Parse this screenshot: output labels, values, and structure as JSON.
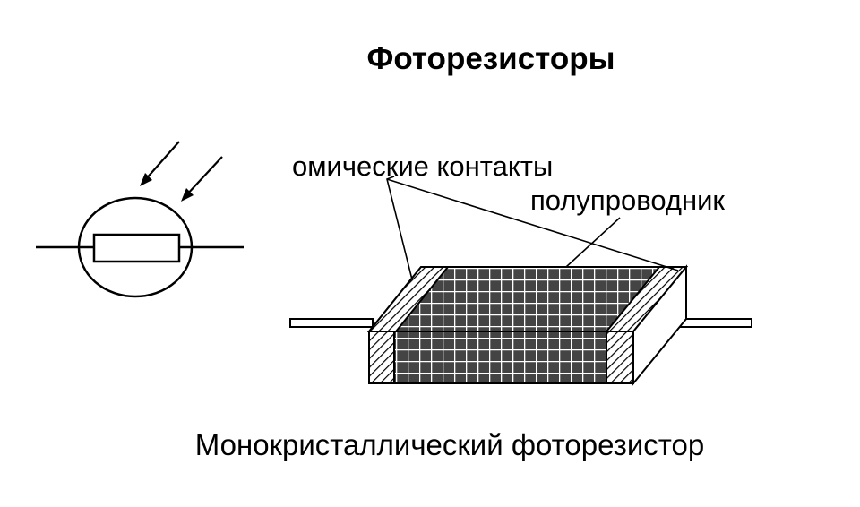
{
  "title": "Фоторезисторы",
  "caption": "Монокристаллический фоторезистор",
  "labels": {
    "ohmic_contacts": "омические контакты",
    "semiconductor": "полупроводник"
  },
  "colors": {
    "line": "#000000",
    "grid_fill": "#4a4a4a",
    "grid_line": "#ffffff",
    "background": "#ffffff"
  },
  "icons": {
    "symbol": "photoresistor-symbol-icon",
    "light": "light-arrow-icon"
  }
}
